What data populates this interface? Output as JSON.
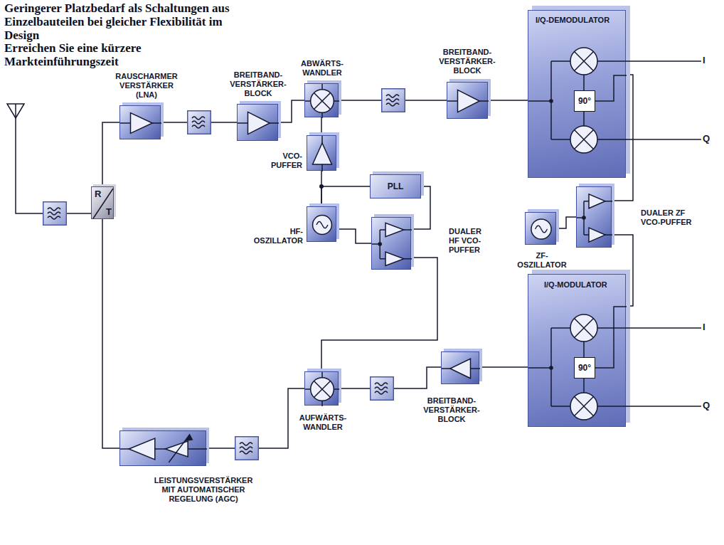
{
  "diagram": {
    "title": "Geringerer Platzbedarf als Schaltungen aus Einzelbauteilen bei gleicher Flexibilität im Design",
    "nodes": [
      {
        "text": [
          "R",
          "T"
        ]
      },
      {
        "text": [
          "RAUSCHARMER VERSTÄRKER (LNA)"
        ]
      },
      {
        "text": [
          "BREITBAND- VERSTÄRKER- BLOCK"
        ]
      },
      {
        "text": [
          "ABWÄRTS- WANDLER"
        ]
      },
      {
        "text": [
          "VCO- PUFFER"
        ]
      },
      {
        "text": [
          "PLL"
        ]
      },
      {
        "text": [
          "HF- OSZILLATOR"
        ]
      },
      {
        "text": [
          "DUALER HF VCO- PUFFER"
        ]
      },
      {
        "text": [
          "BREITBAND- VERSTÄRKER- BLOCK"
        ]
      },
      {
        "text": [
          "I/Q-DEMODULATOR"
        ]
      },
      {
        "text": [
          "90°"
        ],
        "in": 9
      },
      {
        "text": [
          "ZF- OSZILLATOR"
        ]
      },
      {
        "text": [
          "DUALER ZF VCO-PUFFER"
        ]
      },
      {
        "text": [
          "I/Q-MODULATOR"
        ]
      },
      {
        "text": [
          "90°"
        ],
        "in": 13
      },
      {
        "text": [
          "BREITBAND- VERSTÄRKER- BLOCK"
        ]
      },
      {
        "text": [
          "AUFWÄRTS- WANDLER"
        ]
      },
      {
        "text": [
          "LEISTUNGSVERSTÄRKER MIT AUTOMATISCHER REGELUNG (AGC)"
        ]
      }
    ],
    "edges": [
      {
        "from": 0,
        "to": 1,
        "arrow": "none"
      },
      {
        "from": 1,
        "to": 2,
        "arrow": "none"
      },
      {
        "from": 2,
        "to": 3,
        "arrow": "none"
      },
      {
        "from": 3,
        "to": 8,
        "arrow": "none"
      },
      {
        "from": 8,
        "to": 9,
        "arrow": "none"
      },
      {
        "from": 4,
        "to": 3,
        "arrow": "none"
      },
      {
        "from": 6,
        "to": 4,
        "arrow": "none"
      },
      {
        "from": 6,
        "to": 5,
        "arrow": "none"
      },
      {
        "from": 6,
        "to": 7,
        "arrow": "none"
      },
      {
        "from": 7,
        "to": 5,
        "arrow": "none"
      },
      {
        "from": 7,
        "to": 16,
        "arrow": "none"
      },
      {
        "from": 11,
        "to": 12,
        "arrow": "none"
      },
      {
        "from": 12,
        "to": 9,
        "arrow": "none"
      },
      {
        "from": 12,
        "to": 13,
        "arrow": "none"
      },
      {
        "from": 13,
        "to": 15,
        "arrow": "none"
      },
      {
        "from": 15,
        "to": 16,
        "arrow": "none"
      },
      {
        "from": 16,
        "to": 17,
        "arrow": "none"
      },
      {
        "from": 17,
        "to": 0,
        "arrow": "none"
      }
    ],
    "labels": [
      "Erreichen Sie eine kürzere Markteinführungszeit",
      "I",
      "Q",
      "I",
      "Q"
    ]
  }
}
